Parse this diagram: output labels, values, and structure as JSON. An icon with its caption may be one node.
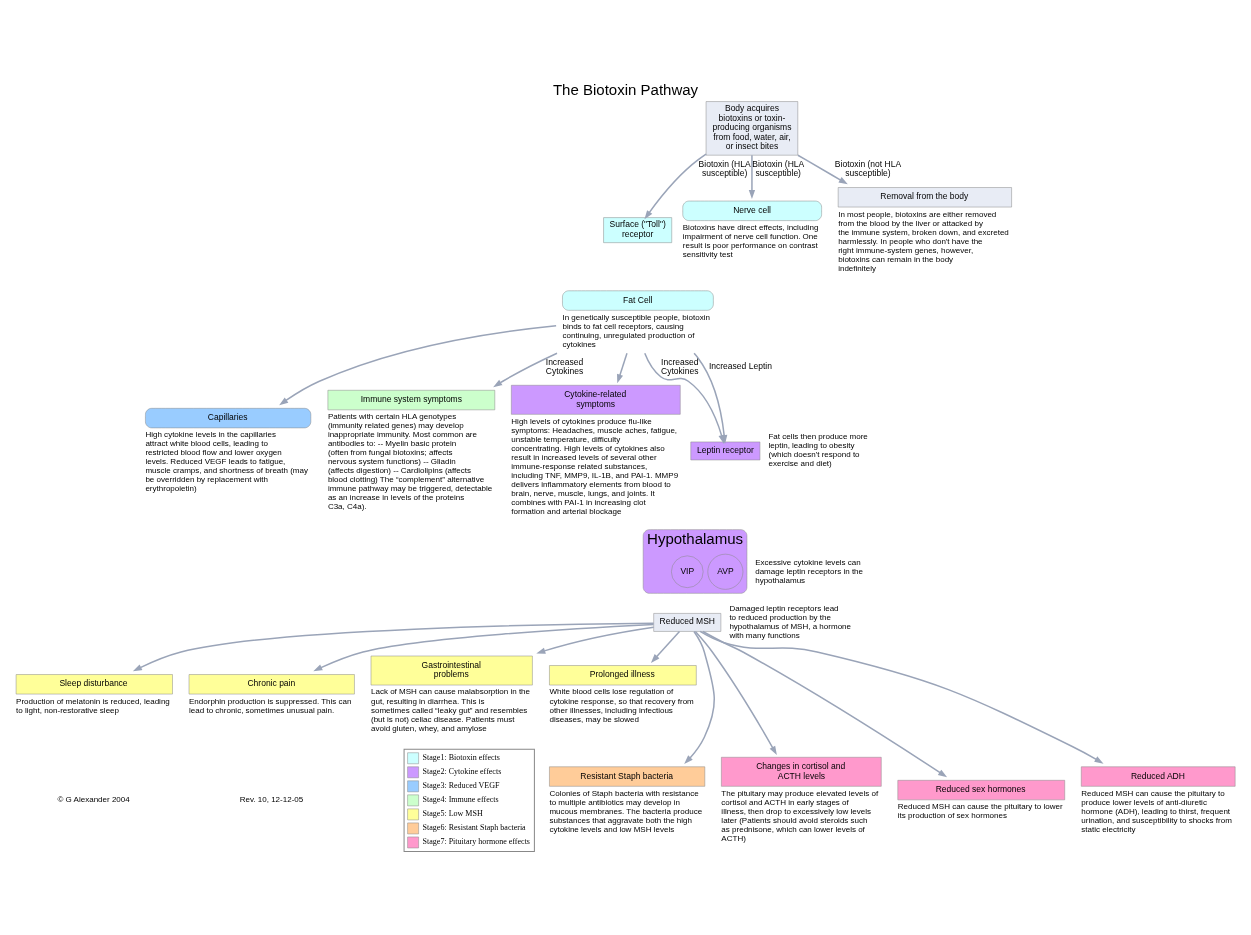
{
  "diagram": {
    "title": "The Biotoxin Pathway",
    "nodes": [
      {
        "text": [
          "Body acquires biotoxins or toxin-producing organisms from food, water, air, or insect bites"
        ]
      },
      {
        "text": [
          "Surface (\"Toll\") receptor"
        ]
      },
      {
        "text": [
          "Fat Cell"
        ],
        "beside": [
          "In genetically susceptible people, biotoxin binds to fat cell receptors, causing continuing, unregulated production of cytokines"
        ]
      },
      {
        "text": [
          "Nerve cell"
        ],
        "beside": [
          "Biotoxins have direct effects, including impairment of nerve cell function. One result is poor performance on contrast sensitivity test"
        ]
      },
      {
        "text": [
          "Capillaries"
        ],
        "beside": [
          "High cytokine levels in the capillaries attract white blood cells, leading to restricted blood flow and lower oxygen levels. Reduced VEGF leads to fatigue, muscle cramps, and shortness of breath (may be overridden by replacement with erythropoietin)"
        ]
      },
      {
        "text": [
          "Immune system symptoms"
        ],
        "beside": [
          "Patients with certain HLA genotypes (immunity related genes) may develop inappropriate immunity. Most common are antibodies to: -- Myelin basic protein (often from fungal biotoxins; affects nervous system functions) -- Gliadin (affects digestion) -- Cardiolipins (affects blood clotting) The “complement” alternative immune pathway may be triggered, detectable as an increase in levels of the proteins C3a, C4a)."
        ]
      },
      {
        "text": [
          "Cytokine-related symptoms"
        ],
        "beside": [
          "High levels of cytokines produce flu-like symptoms: Headaches, muscle aches, fatigue, unstable temperature, difficulty concentrating. High levels of cytokines also result in increased levels of several other immune-response related substances, including TNF, MMP9, IL-1B, and PAI-1. MMP9 delivers inflammatory elements from blood to brain, nerve, muscle, lungs, and joints. It combines with PAI-1 in increasing clot formation and arterial blockage"
        ]
      },
      {
        "text": [
          "Leptin receptor"
        ]
      },
      {
        "text": [
          "Hypothalamus"
        ]
      },
      {
        "text": [
          "VIP"
        ],
        "in": 8
      },
      {
        "text": [
          "AVP"
        ],
        "in": 8
      },
      {
        "text": [
          "Removal from the body"
        ],
        "beside": [
          "In most people, biotoxins are either removed from the blood by the liver or attacked by the immune system, broken down, and excreted harmlessly. In people who don't have the right immune-system genes, however, biotoxins can remain in the body indefinitely"
        ]
      },
      {
        "text": [
          "Reduced MSH"
        ]
      },
      {
        "text": [
          "Sleep disturbance"
        ],
        "beside": [
          "Production of melatonin is reduced, leading to light, non-restorative sleep"
        ]
      },
      {
        "text": [
          "Chronic pain"
        ],
        "beside": [
          "Endorphin production is suppressed. This can lead to chronic, sometimes unusual pain."
        ]
      },
      {
        "text": [
          "Gastrointestinal problems"
        ],
        "beside": [
          "Lack of MSH can cause malabsorption in the gut, resulting in diarrhea. This is sometimes called “leaky gut” and resembles (but is not) celiac disease. Patients must avoid gluten, whey, and amylose"
        ]
      },
      {
        "text": [
          "Prolonged illness"
        ],
        "beside": [
          "White blood cells lose regulation of cytokine response, so that recovery from other illnesses, including infectious diseases, may be slowed"
        ]
      },
      {
        "text": [
          "Resistant Staph bacteria"
        ],
        "beside": [
          "Colonies of Staph bacteria with resistance to multiple antibiotics may develop in mucous membranes. The bacteria produce substances that aggravate both the high cytokine levels and low MSH levels"
        ]
      },
      {
        "text": [
          "Changes in cortisol and ACTH levels"
        ],
        "beside": [
          "The pituitary may produce elevated levels of cortisol and ACTH in early stages of illness, then drop to excessively low levels later (Patients should avoid steroids such as prednisone, which can lower levels of ACTH)"
        ]
      },
      {
        "text": [
          "Reduced sex hormones"
        ],
        "beside": [
          "Reduced MSH can cause the pituitary to lower its production of sex hormones"
        ]
      },
      {
        "text": [
          "Reduced ADH"
        ],
        "beside": [
          "Reduced MSH can cause the pituitary to produce lower levels of anti-diuretic hormone (ADH), leading to thirst, frequent urination, and susceptibility to shocks from static electricity"
        ]
      }
    ],
    "edges": [
      {
        "from": 0,
        "to": 1,
        "label": "Biotoxin (HLA susceptible)",
        "arrow": "to"
      },
      {
        "from": 0,
        "to": 3,
        "label": "Biotoxin (HLA susceptible)",
        "arrow": "to"
      },
      {
        "from": 0,
        "to": 11,
        "label": "Biotoxin (not HLA susceptible)",
        "arrow": "to"
      },
      {
        "from": 2,
        "to": 4,
        "arrow": "to"
      },
      {
        "from": 2,
        "to": 5,
        "label": "Increased Cytokines",
        "arrow": "to"
      },
      {
        "from": 2,
        "to": 6,
        "arrow": "to"
      },
      {
        "from": 2,
        "to": 7,
        "label": "Increased Cytokines",
        "arrow": "to"
      },
      {
        "from": 2,
        "to": 7,
        "label": "Increased Leptin",
        "arrow": "to"
      },
      {
        "from": 12,
        "to": 13,
        "arrow": "to"
      },
      {
        "from": 12,
        "to": 14,
        "arrow": "to"
      },
      {
        "from": 12,
        "to": 15,
        "arrow": "to"
      },
      {
        "from": 12,
        "to": 16,
        "arrow": "to"
      },
      {
        "from": 12,
        "to": 17,
        "arrow": "to"
      },
      {
        "from": 12,
        "to": 18,
        "arrow": "to"
      },
      {
        "from": 12,
        "to": 19,
        "arrow": "to"
      },
      {
        "from": 12,
        "to": 20,
        "arrow": "to"
      }
    ],
    "labels": [
      "Fat cells then produce more leptin, leading to obesity (which doesn't respond to exercise and diet)",
      "Excessive cytokine levels can damage leptin receptors in the hypothalamus",
      "Damaged leptin receptors lead to reduced production by the hypothalamus of MSH, a hormone with many functions",
      "© G Alexander 2004",
      "Rev. 10, 12-12-05"
    ],
    "legend": [
      {
        "text": "Stage1: Biotoxin effects",
        "color": "#ccffff"
      },
      {
        "text": "Stage2: Cytokine effects",
        "color": "#cc99ff"
      },
      {
        "text": "Stage3: Reduced VEGF",
        "color": "#99ccff"
      },
      {
        "text": "Stage4: Immune effects",
        "color": "#ccffcc"
      },
      {
        "text": "Stage5: Low MSH",
        "color": "#ffff99"
      },
      {
        "text": "Stage6: Resistant Staph bacteria",
        "color": "#ffcc99"
      },
      {
        "text": "Stage7: Pituitary hormone effects",
        "color": "#ff99cc"
      }
    ]
  }
}
